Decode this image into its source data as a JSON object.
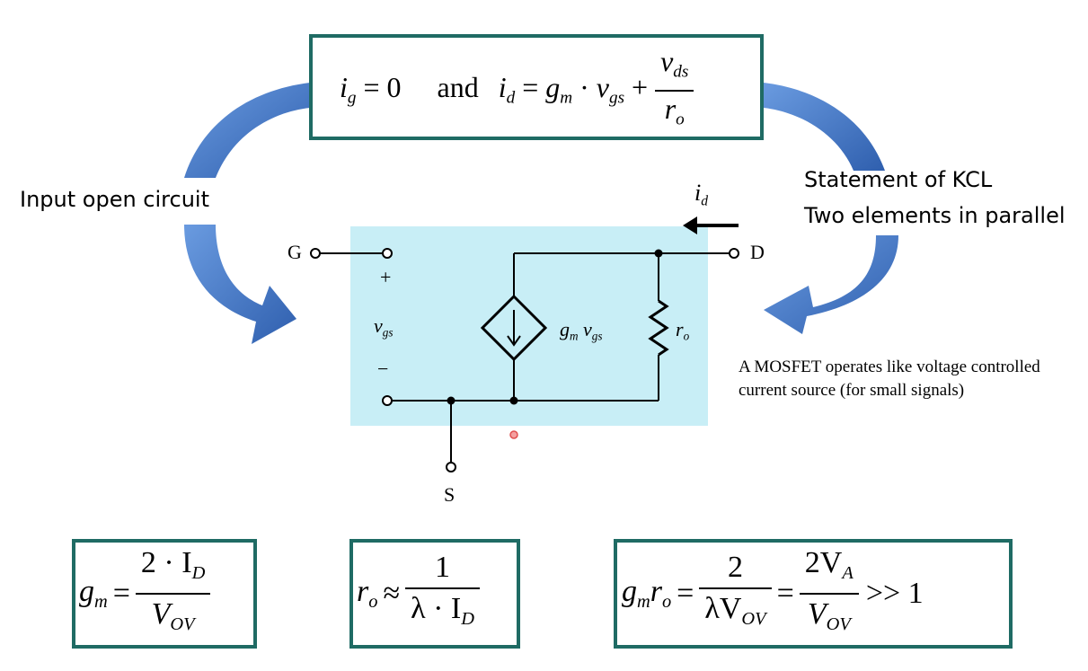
{
  "top_equation": {
    "ig": "i",
    "ig_sub": "g",
    "ig_eq": "= 0",
    "and": "and",
    "id": "i",
    "id_sub": "d",
    "eq": "=",
    "gm": "g",
    "gm_sub": "m",
    "dot": "·",
    "vgs": "v",
    "vgs_sub": "gs",
    "plus": "+",
    "vds": "v",
    "vds_sub": "ds",
    "ro": "r",
    "ro_sub": "o"
  },
  "labels": {
    "input_open": "Input open circuit",
    "kcl_line1": "Statement of KCL",
    "kcl_line2": "Two elements in parallel",
    "mosfet_note": "A MOSFET operates like voltage controlled current source (for small signals)"
  },
  "circuit": {
    "G": "G",
    "D": "D",
    "S": "S",
    "plus": "+",
    "minus": "−",
    "vgs": "v",
    "vgs_sub": "gs",
    "id": "i",
    "id_sub": "d",
    "gm": "g",
    "gm_sub": "m",
    "gm_v": "v",
    "gm_v_sub": "gs",
    "ro": "r",
    "ro_sub": "o"
  },
  "formula_gm": {
    "lhs": "g",
    "lhs_sub": "m",
    "eq": "=",
    "num": "2 · I",
    "num_sub": "D",
    "den": "V",
    "den_sub": "OV"
  },
  "formula_ro": {
    "lhs": "r",
    "lhs_sub": "o",
    "approx": "≈",
    "num": "1",
    "den": "λ · I",
    "den_sub": "D"
  },
  "formula_gmro": {
    "g": "g",
    "g_sub": "m",
    "r": "r",
    "r_sub": "o",
    "eq1": "=",
    "num1": "2",
    "den1": "λV",
    "den1_sub": "OV",
    "eq2": "=",
    "num2": "2V",
    "num2_sub": "A",
    "den2": "V",
    "den2_sub": "OV",
    "tail": ">> 1"
  },
  "colors": {
    "box_border": "#1f6b64",
    "circuit_bg": "#c8eef6",
    "arrow_blue": "#3f74c0"
  }
}
